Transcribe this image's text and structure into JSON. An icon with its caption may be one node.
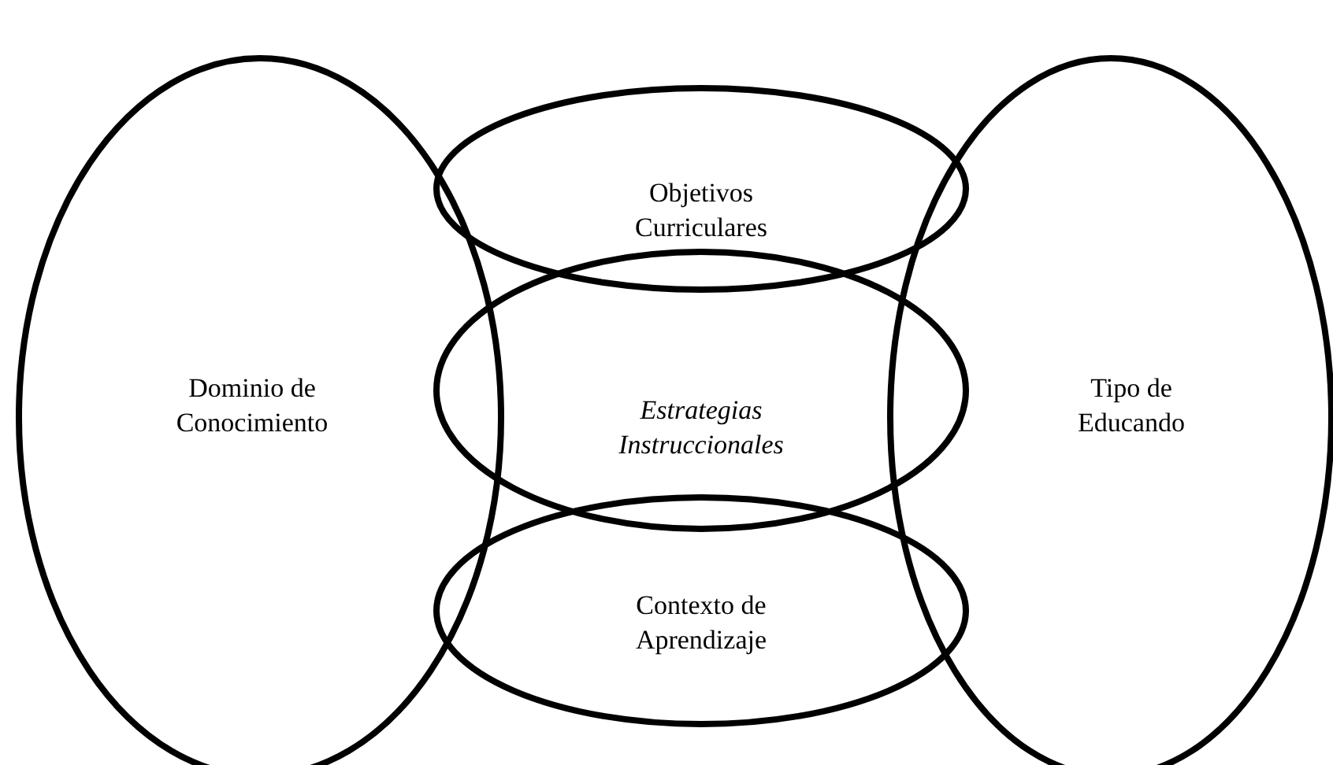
{
  "diagram": {
    "nodes": [
      {
        "text": [
          "Dominio de Conocimiento"
        ]
      },
      {
        "text": [
          "Objetivos Curriculares"
        ]
      },
      {
        "text": [
          "Estrategias Instruccionales"
        ]
      },
      {
        "text": [
          "Contexto de Aprendizaje"
        ]
      },
      {
        "text": [
          "Tipo de Educando"
        ]
      }
    ]
  }
}
